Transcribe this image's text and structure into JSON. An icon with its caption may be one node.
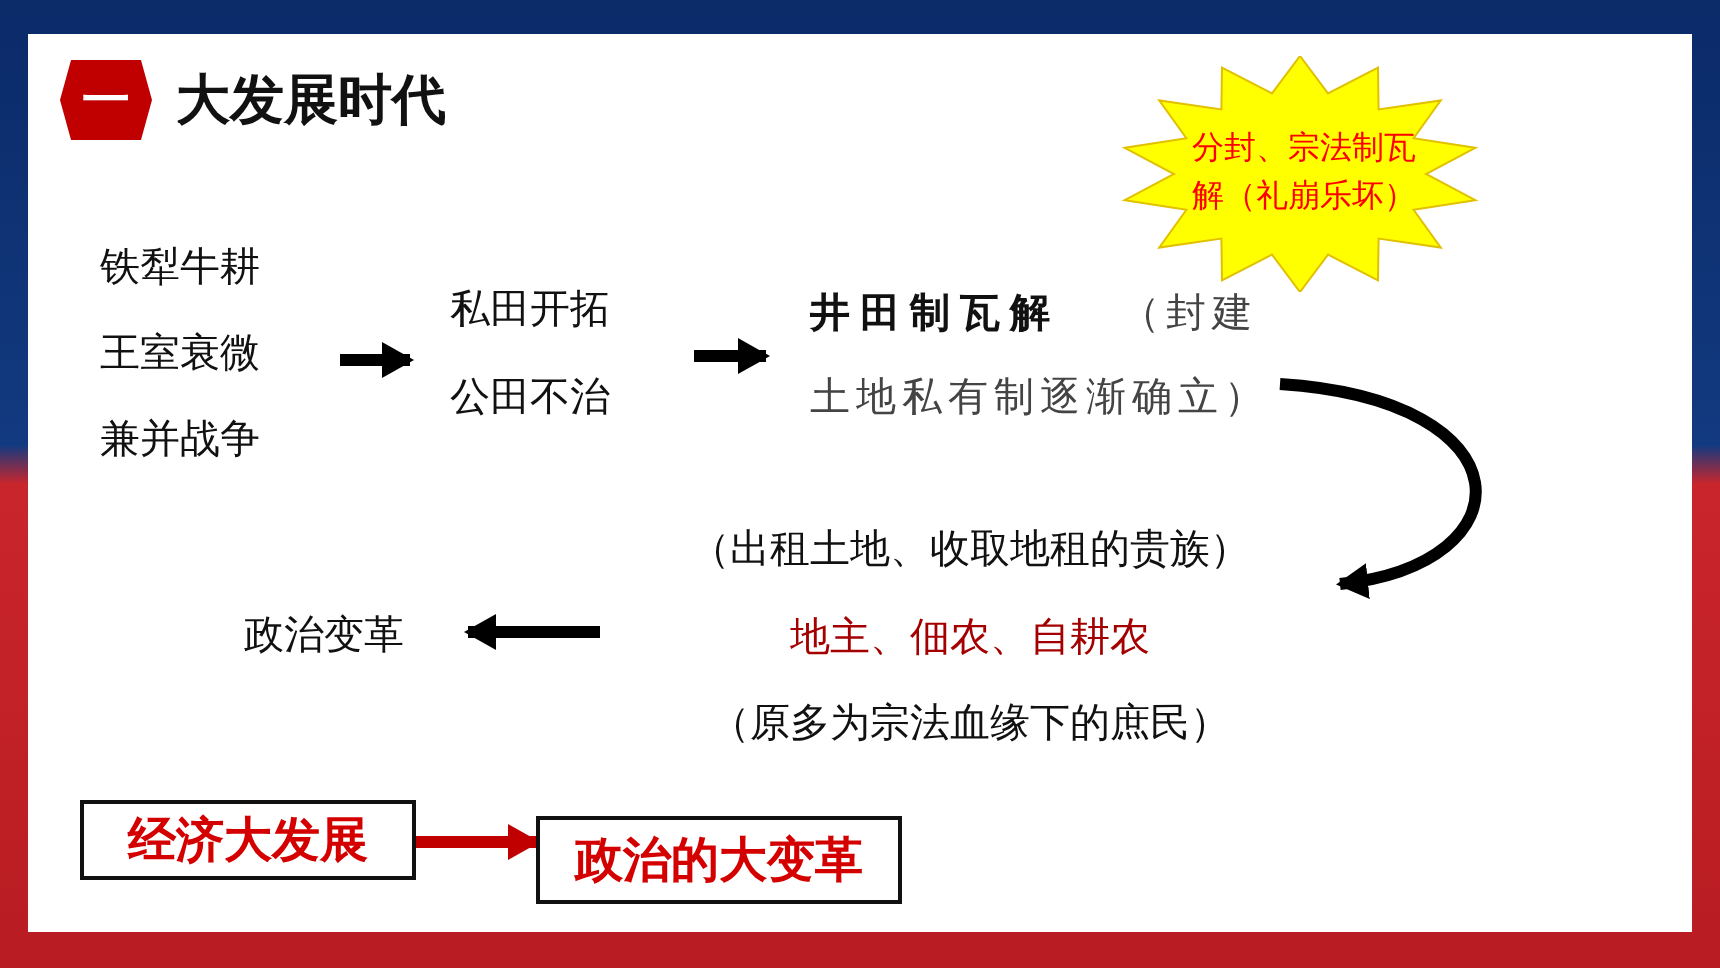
{
  "diagram": {
    "title": "大发展时代",
    "nodes": [
      {
        "text": [
          "一"
        ]
      },
      {
        "text": [
          "铁犁牛耕",
          "王室衰微",
          "兼并战争"
        ]
      },
      {
        "text": [
          "私田开拓",
          "公田不治"
        ]
      },
      {
        "text": [
          "井田制瓦解",
          "（封建土地私有制逐渐确立）"
        ]
      },
      {
        "text": [
          "分封、宗法制瓦解（礼崩乐坏）"
        ]
      },
      {
        "text": [
          "（出租土地、收取地租的贵族）",
          "地主、佃农、自耕农",
          "（原多为宗法血缘下的庶民）"
        ]
      },
      {
        "text": [
          "政治变革"
        ]
      },
      {
        "text": [
          "经济大发展"
        ]
      },
      {
        "text": [
          "政治的大变革"
        ]
      }
    ],
    "edges": [
      {
        "from": 1,
        "to": 2,
        "arrow": "to"
      },
      {
        "from": 2,
        "to": 3,
        "arrow": "to"
      },
      {
        "from": 3,
        "to": 5,
        "arrow": "to"
      },
      {
        "from": 5,
        "to": 6,
        "arrow": "to"
      },
      {
        "from": 7,
        "to": 8,
        "arrow": "to",
        "color": "#c00000"
      }
    ]
  }
}
